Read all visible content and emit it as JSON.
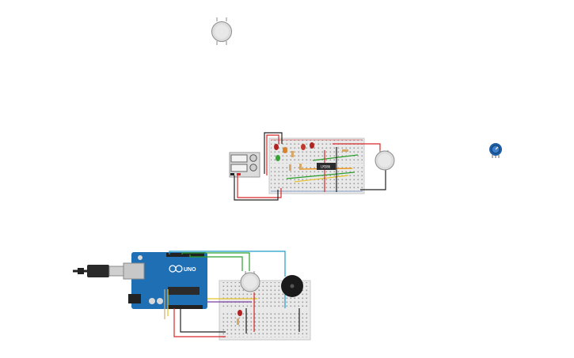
{
  "workspace": {
    "background": "#ffffff"
  },
  "components": {
    "piezo_top": {
      "kind": "piezo",
      "color": "#d9d9d9"
    },
    "piezo_mid": {
      "kind": "piezo",
      "color": "#d9d9d9"
    },
    "piezo_bottom": {
      "kind": "piezo",
      "color": "#d9d9d9"
    },
    "potentiometer": {
      "kind": "potentiometer",
      "color": "#1f5fa8"
    },
    "power_supply": {
      "kind": "power-supply",
      "color": "#dcdcdc"
    },
    "ic_chip": {
      "kind": "ic",
      "label": "LM386"
    },
    "arduino": {
      "kind": "arduino-uno",
      "label": "UNO",
      "color": "#1f6fb5"
    },
    "buzzer": {
      "kind": "buzzer",
      "color": "#1a1a1a"
    },
    "usb_cable": {
      "kind": "usb-cable",
      "color": "#222222"
    }
  },
  "wire_colors": {
    "red": "#d62828",
    "black": "#222222",
    "green": "#2ca02c",
    "yellow": "#e6c229",
    "blue": "#1f9ec9",
    "orange": "#f08c00",
    "purple": "#7b3fa0"
  }
}
